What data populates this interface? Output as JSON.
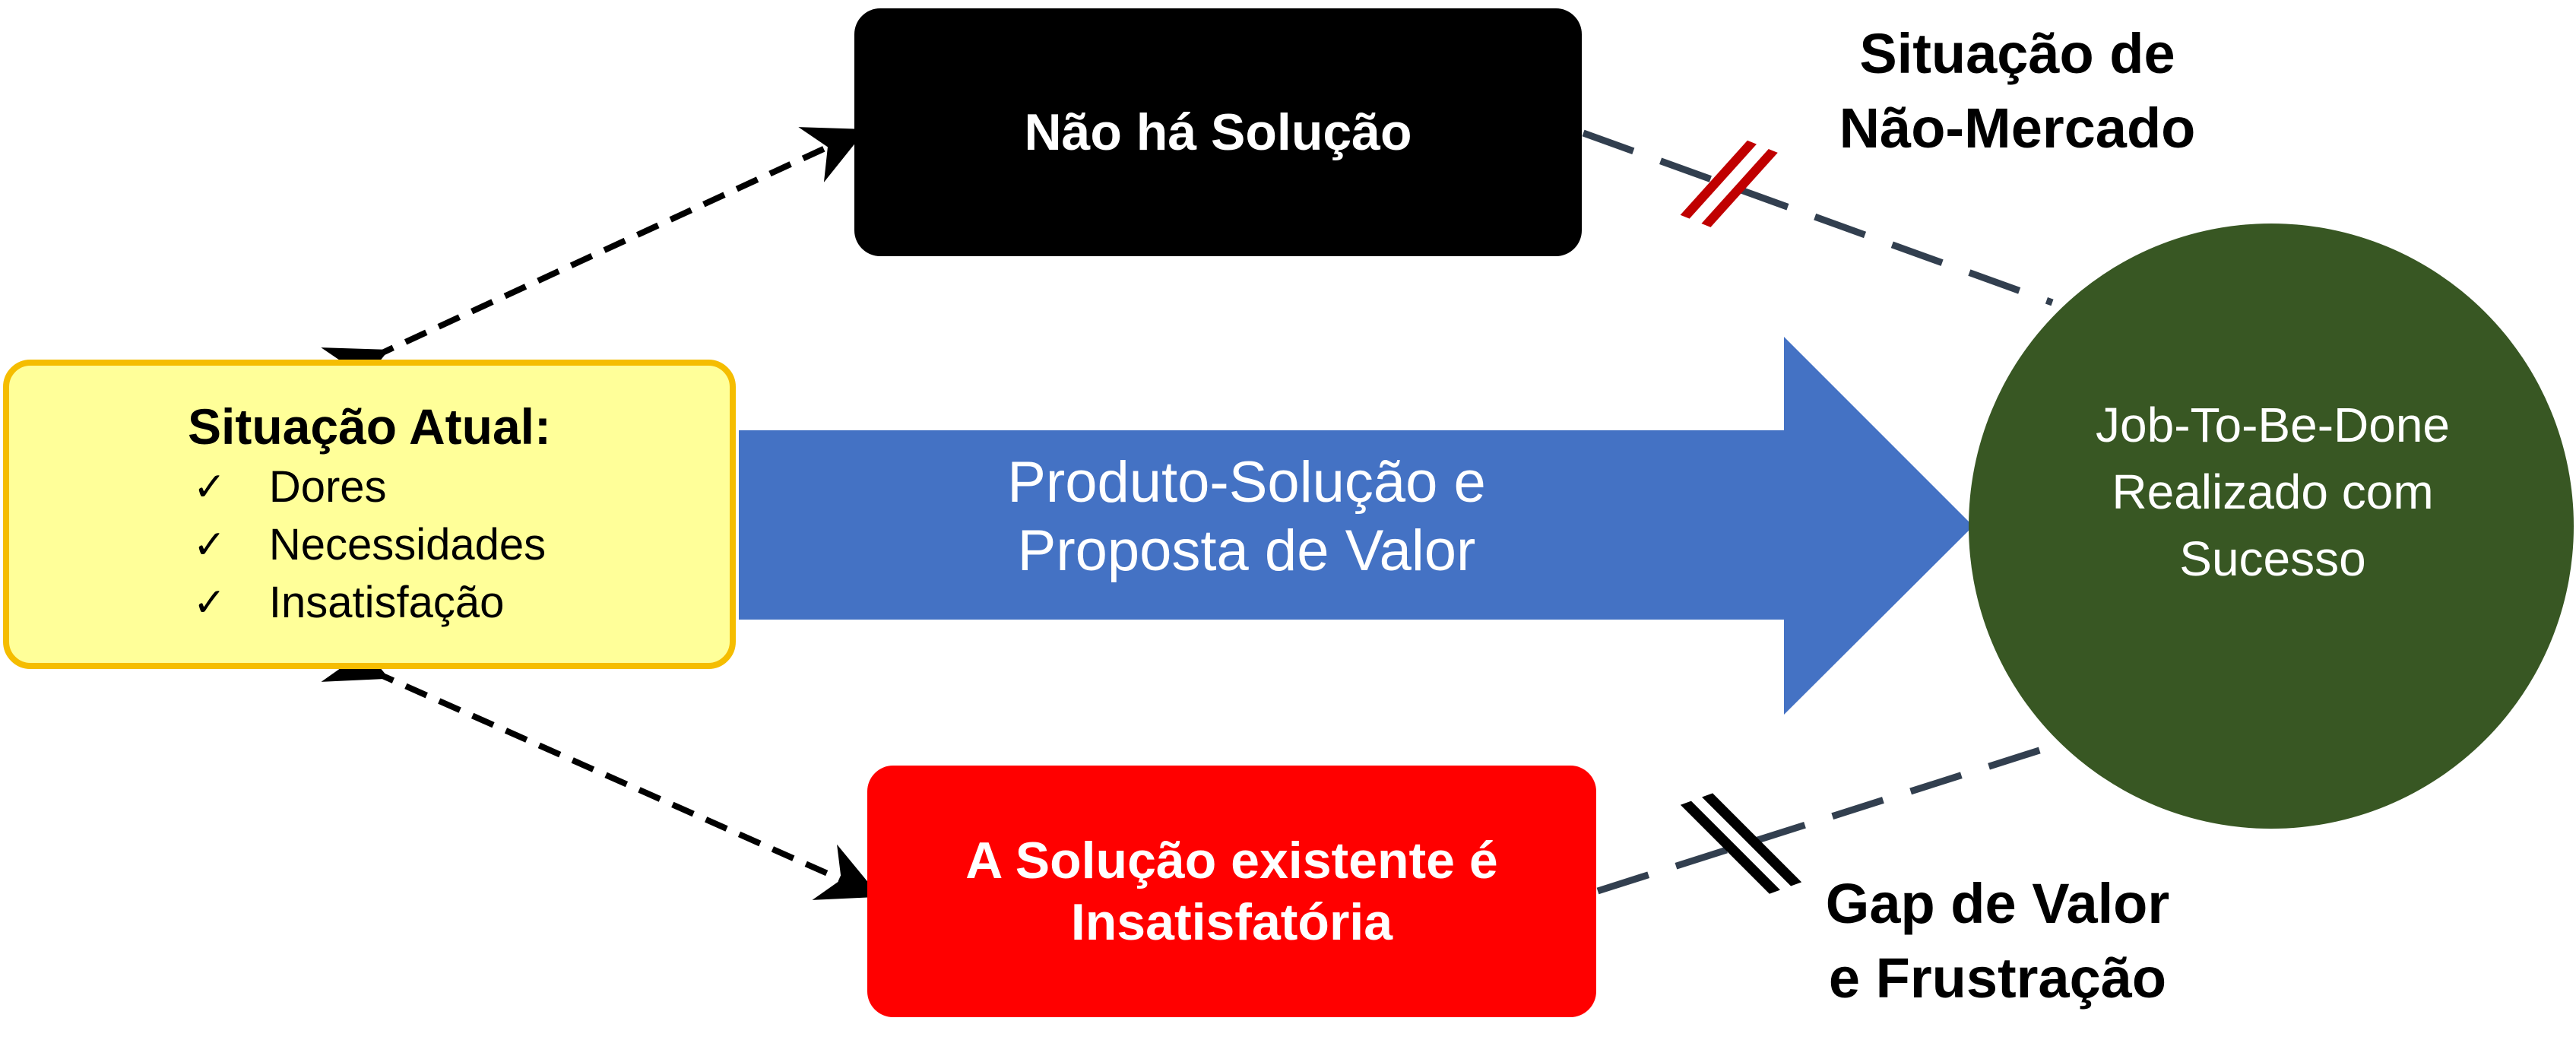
{
  "diagram": {
    "current_situation": {
      "title": "Situação Atual:",
      "items": [
        {
          "icon": "check-icon",
          "glyph": "✓",
          "label": "Dores"
        },
        {
          "icon": "check-icon",
          "glyph": "✓",
          "label": "Necessidades"
        },
        {
          "icon": "check-icon",
          "glyph": "✓",
          "label": "Insatisfação"
        }
      ],
      "fill": "#ffff99",
      "border": "#f5bd00"
    },
    "no_solution": {
      "label": "Não há Solução",
      "fill": "#000000"
    },
    "unsatisfactory_solution": {
      "line1": "A Solução existente é",
      "line2": "Insatisfatória",
      "fill": "#ff0000"
    },
    "main_arrow": {
      "line1": "Produto-Solução e",
      "line2": "Proposta de Valor",
      "fill": "#4472c4"
    },
    "goal": {
      "line1": "Job-To-Be-Done",
      "line2": "Realizado com",
      "line3": "Sucesso",
      "fill": "#385723"
    },
    "non_market": {
      "line1": "Situação de",
      "line2": "Não-Mercado",
      "break_color": "#c00000"
    },
    "value_gap": {
      "line1": "Gap de Valor",
      "line2": "e Frustração",
      "break_color": "#000000"
    },
    "connector_color": "#323f4f"
  }
}
